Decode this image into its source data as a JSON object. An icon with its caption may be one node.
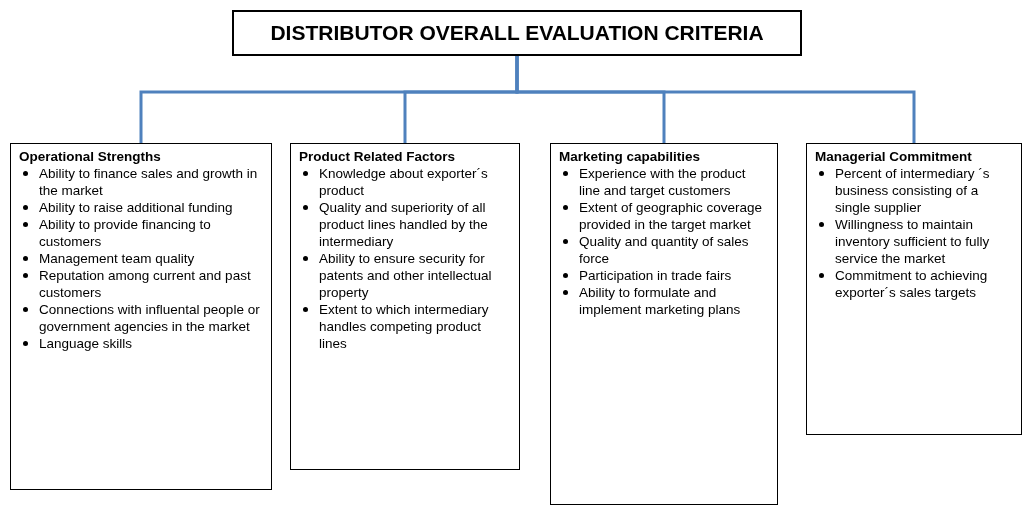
{
  "diagram": {
    "nodes": [
      {
        "text": [
          "DISTRIBUTOR OVERALL EVALUATION CRITERIA"
        ]
      },
      {
        "text": [
          "Operational Strengths",
          "Ability to finance sales and growth in the market",
          "Ability to raise additional funding",
          "Ability to provide financing to customers",
          "Management team quality",
          "Reputation among current and past customers",
          "Connections with influental people or government agencies in the market",
          "Language skills"
        ]
      },
      {
        "text": [
          "Product Related Factors",
          "Knowledge about exporter´s product",
          "Quality and superiority of all product lines handled by the intermediary",
          "Ability to ensure security for patents and other intellectual property",
          "Extent to which intermediary handles competing product lines"
        ]
      },
      {
        "text": [
          "Marketing capabilities",
          "Experience with the product line and target customers",
          "Extent of geographic coverage provided in the target market",
          "Quality and quantity of sales force",
          "Participation in trade fairs",
          "Ability to formulate and implement marketing plans"
        ]
      },
      {
        "text": [
          "Managerial Commitment",
          "Percent of intermediary ´s business consisting of a single supplier",
          "Willingness to maintain inventory sufficient to fully service the market",
          "Commitment to achieving exporter´s sales targets"
        ]
      }
    ],
    "edges": [
      {
        "from": 0,
        "to": 1,
        "arrow": "none"
      },
      {
        "from": 0,
        "to": 2,
        "arrow": "none"
      },
      {
        "from": 0,
        "to": 3,
        "arrow": "none"
      },
      {
        "from": 0,
        "to": 4,
        "arrow": "none"
      }
    ]
  }
}
